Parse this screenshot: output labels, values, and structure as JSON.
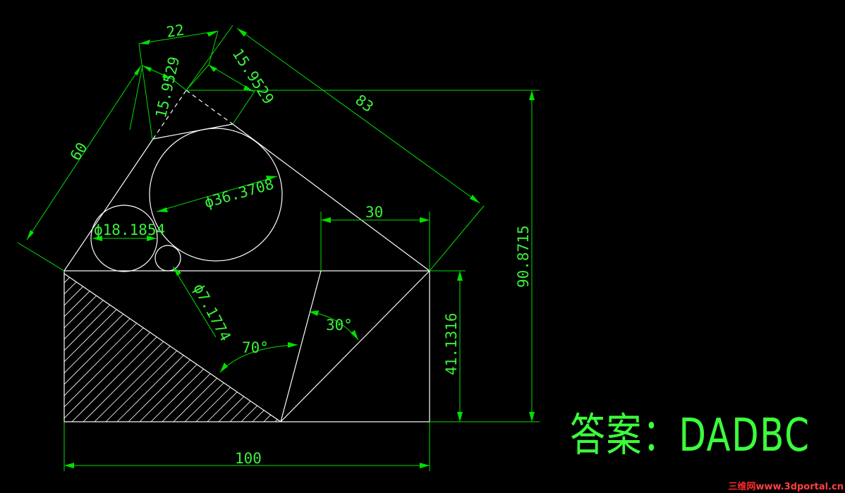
{
  "colors": {
    "background": "#000000",
    "geometry": "#ffffff",
    "dimension": "#00e000",
    "dimension_text": "#3cf03c",
    "answer": "#3cff3c",
    "watermark": "#ff2a2a"
  },
  "dimensions": {
    "top_width": "22",
    "chamfer_left": "15.9529",
    "chamfer_right": "15.9529",
    "left_side": "60",
    "right_side": "83",
    "diameter_large": "ϕ36.3708",
    "diameter_medium": "ϕ18.1854",
    "diameter_small": "ϕ7.1774",
    "inner_top": "30",
    "total_height": "90.8715",
    "rect_height": "41.1316",
    "base_width": "100",
    "angle_70": "70°",
    "angle_30": "30°"
  },
  "answer": "答案：DADBC",
  "watermark": {
    "brand": "三维网",
    "url": "www.3dportal.cn"
  }
}
